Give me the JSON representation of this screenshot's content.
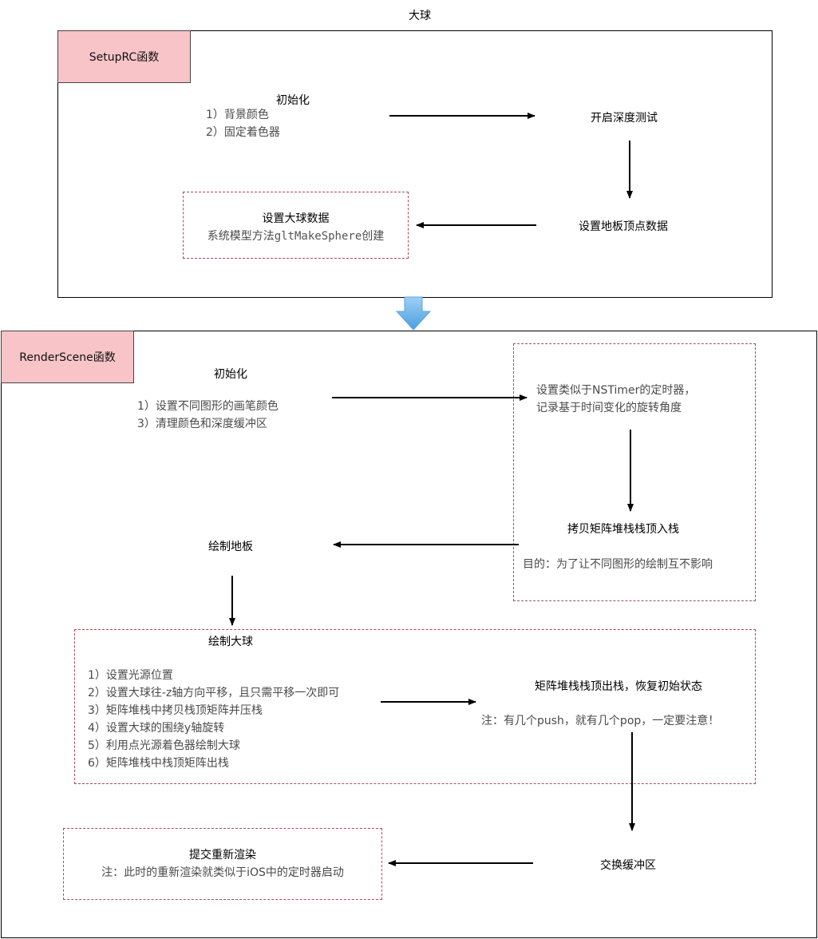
{
  "title": "大球",
  "setup": {
    "tag": "SetupRC函数",
    "init_title": "初始化",
    "init_items": [
      "1）背景颜色",
      "2）固定着色器"
    ],
    "depth_test": "开启深度测试",
    "floor_vertex": "设置地板顶点数据",
    "sphere_title": "设置大球数据",
    "sphere_desc_prefix": "系统模型方法",
    "sphere_desc_code": "gltMakeSphere",
    "sphere_desc_suffix": "创建"
  },
  "render": {
    "tag": "RenderScene函数",
    "init_title": "初始化",
    "init_items": [
      "1）设置不同图形的画笔颜色",
      "3）清理颜色和深度缓冲区"
    ],
    "timer_lines": [
      "设置类似于NSTimer的定时器，",
      "记录基于时间变化的旋转角度"
    ],
    "push_title": "拷贝矩阵堆栈栈顶入栈",
    "push_note": "目的：为了让不同图形的绘制互不影响",
    "draw_floor": "绘制地板",
    "draw_sphere_title": "绘制大球",
    "draw_sphere_items": [
      "1）设置光源位置",
      "2）设置大球往-z轴方向平移，且只需平移一次即可",
      "3）矩阵堆栈中拷贝栈顶矩阵并压栈",
      "4）设置大球的围绕y轴旋转",
      "5）利用点光源着色器绘制大球",
      "6）矩阵堆栈中栈顶矩阵出栈"
    ],
    "pop_title": "矩阵堆栈栈顶出栈，恢复初始状态",
    "pop_note": "注：有几个push，就有几个pop，一定要注意！",
    "swap": "交换缓冲区",
    "submit_title": "提交重新渲染",
    "submit_note": "注：此时的重新渲染就类似于iOS中的定时器启动"
  },
  "colors": {
    "tag_fill": "#f8c4c8",
    "dashed_border": "#b04a5a",
    "connector_arrow": "#6ab0e8"
  }
}
